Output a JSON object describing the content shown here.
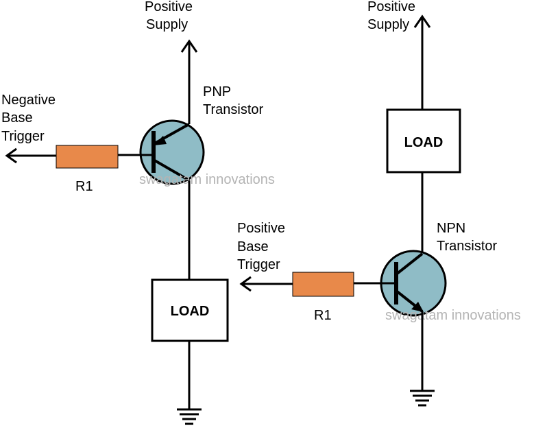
{
  "left_circuit": {
    "supply_label_line1": "Positive",
    "supply_label_line2": "Supply",
    "transistor_label_line1": "PNP",
    "transistor_label_line2": "Transistor",
    "trigger_label_line1": "Negative",
    "trigger_label_line2": "Base",
    "trigger_label_line3": "Trigger",
    "resistor_label": "R1",
    "load_label": "LOAD",
    "watermark": "swagatam innovations"
  },
  "right_circuit": {
    "supply_label_line1": "Positive",
    "supply_label_line2": "Supply",
    "transistor_label_line1": "NPN",
    "transistor_label_line2": "Transistor",
    "trigger_label_line1": "Positive",
    "trigger_label_line2": "Base",
    "trigger_label_line3": "Trigger",
    "resistor_label": "R1",
    "load_label": "LOAD",
    "watermark": "swagatam innovations"
  },
  "colors": {
    "resistor_fill": "#e8894a",
    "transistor_fill": "#8fbcc6",
    "watermark": "#b4b4b4",
    "wire": "#000000"
  }
}
